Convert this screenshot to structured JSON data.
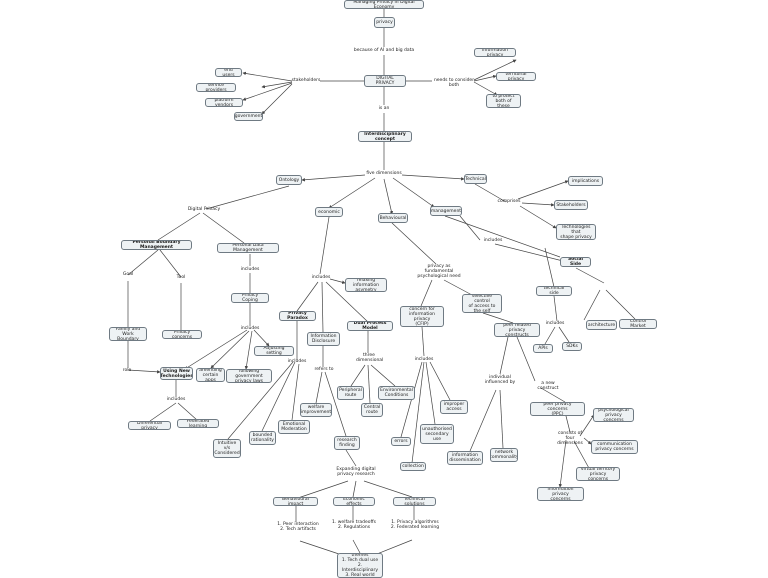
{
  "nodes": {
    "title": "Managing Privacy in Digital Economy",
    "privacy": "privacy",
    "digital_privacy": "DIGITAL PRIVACY",
    "end_users": "end users",
    "service_providers": "service providers",
    "platform_vendors": "platform vendors",
    "government": "government",
    "information_privacy": "information privacy",
    "territorial_privacy": "territorial privacy",
    "to_protect": "to protect\nboth of these",
    "interdisciplinary": "Interdisciplinary concept",
    "ontology": "Ontology",
    "technical": "Technical",
    "implications": "implications",
    "stakeholders_node": "Stakeholders",
    "technologies": "Technologies that\nshape privacy",
    "economic": "economic",
    "behavioural": "Behavioural",
    "management": "management",
    "personal_boundary": "Personal Boundary Management",
    "personal_data": "Personal Data Management",
    "social_side": "Social Side",
    "technical_side": "technical side",
    "family": "Family and\nWork Boundary",
    "privacy_concerns": "Privacy concerns",
    "privacy_coping": "Privacy Coping",
    "privacy_paradox": "Privacy Paradox",
    "dual_process": "Dual Process Model",
    "information_disclosure": "Information\nDisclosure",
    "relaxing": "relaxing\ninformation asymetry",
    "concern_info": "concern for\ninformation privacy\n(CFIP)",
    "selective_control": "selective control\nof access to\nthe self",
    "peer_related": "peer related\nprivacy constructs",
    "using_new": "Using New\nTechnologies",
    "amending": "amending\ncertain apps",
    "following": "following government\nprivacy laws",
    "adjusting": "Adjusting setting",
    "differential": "Differential privacy",
    "federated": "Federated learning",
    "intuitive": "Intuitive\nv/s\nConsidered",
    "bounded": "bounded\nrationality",
    "emotional": "Emotional\nModeration",
    "welfare": "welfare\nimprovement",
    "research": "research\nfinding",
    "peripheral": "Peripheral\nroute",
    "central": "Central\nroute",
    "environmental": "Environmental\nConditions",
    "errors": "errors",
    "unauthorised": "unauthorised\nsecondary\nuse",
    "improper": "improper\naccess",
    "collection": "collection",
    "information_dissemination": "information\ndissemination",
    "network_commonality": "network\ncommonality",
    "architecture": "architecture",
    "control_market": "Control Market",
    "apis": "APIs",
    "sdks": "SDKs",
    "peer_privacy": "peer privacy concerns\n(PPC)",
    "psychological": "psychological\nprivacy concerns",
    "communication": "communication\nprivacy concerns",
    "virtual_territory": "virtual territory\nprivacy concerns",
    "info_privacy_concerns": "information privacy\nconcerns",
    "behavioural_impact": "Behavioural impact",
    "economic_effects": "Economic effects",
    "technical_solutions": "Technical solutions",
    "cross_cutting": "Cross cutting themes\n1. Tech dual use\n2. Interdisciplinary\n3. Real world design"
  },
  "labels": {
    "because": "because of AI and big data",
    "stakeholders": "stakeholders",
    "needs_to_consider": "needs to consider both",
    "is_an": "is an",
    "five_dimensions": "five dimensions",
    "comprises": "comprises",
    "digital_privacy_lbl": "Digital Privacy",
    "goal": "Goal",
    "tool": "Tool",
    "includes1": "includes",
    "includes2": "includes",
    "includes3": "includes",
    "includes4": "includes",
    "includes5": "includes",
    "includes6": "includes",
    "includes7": "includes",
    "includes8": "includes",
    "privacy_fundamental": "privacy as\nfundamental\npsychological need",
    "individual": "individual\ninfluenced by",
    "new_construct": "a new construct",
    "consists": "consists of\nfour dimensions",
    "refers": "refers to",
    "three_dim": "three\ndimensional",
    "role": "role",
    "expanding": "Expanding digital\nprivacy research",
    "peer_interaction": "1. Peer interaction\n2. Tech artifacts",
    "welfare_tradeoffs": "1. welfare tradeoffs\n2. Regulations",
    "privacy_algorithms": "1. Privacy algorithms\n2. Federated learning"
  }
}
